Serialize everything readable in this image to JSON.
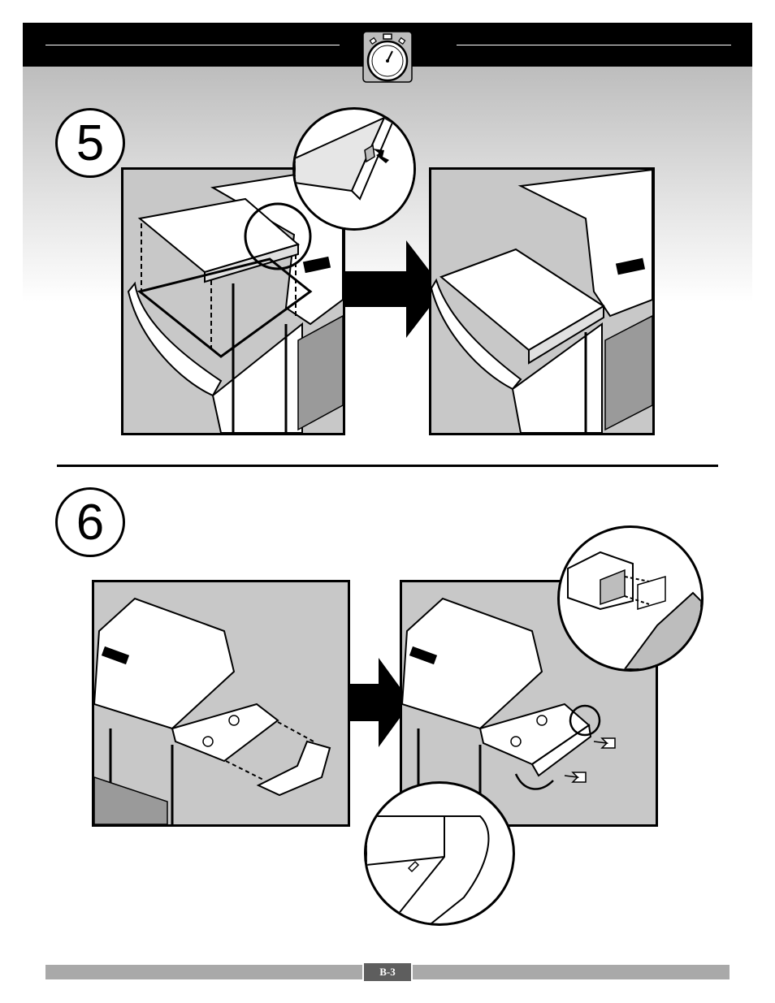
{
  "steps": {
    "step5": {
      "number": "5"
    },
    "step6": {
      "number": "6"
    }
  },
  "footer": {
    "page_number": "B-3"
  },
  "icons": {
    "header": "stopwatch-icon",
    "arrows": "right-arrow-icon"
  },
  "colors": {
    "header": "#000000",
    "panel_fill": "#c8c8c8",
    "footer_bar": "#a9a9a9",
    "page_badge": "#5e5e5e"
  }
}
